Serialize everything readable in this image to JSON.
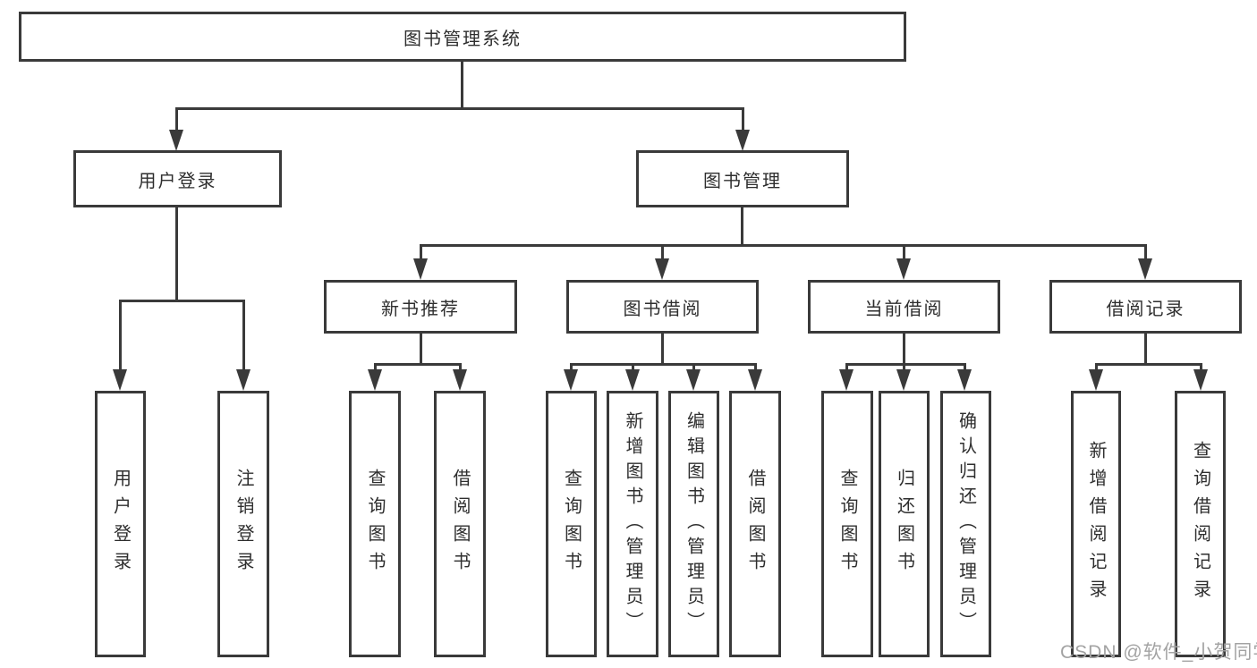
{
  "diagram": {
    "line_color": "#3a3a3a",
    "text_color": "#2e2e2e",
    "root": {
      "label": "图书管理系统",
      "children": [
        {
          "label": "用户登录",
          "children": [
            {
              "label": "用户登录"
            },
            {
              "label": "注销登录"
            }
          ]
        },
        {
          "label": "图书管理",
          "children": [
            {
              "label": "新书推荐",
              "children": [
                {
                  "label": "查询图书"
                },
                {
                  "label": "借阅图书"
                }
              ]
            },
            {
              "label": "图书借阅",
              "children": [
                {
                  "label": "查询图书"
                },
                {
                  "label": "新增图书（管理员）"
                },
                {
                  "label": "编辑图书（管理员）"
                },
                {
                  "label": "借阅图书"
                }
              ]
            },
            {
              "label": "当前借阅",
              "children": [
                {
                  "label": "查询图书"
                },
                {
                  "label": "归还图书"
                },
                {
                  "label": "确认归还（管理员）"
                }
              ]
            },
            {
              "label": "借阅记录",
              "children": [
                {
                  "label": "新增借阅记录"
                },
                {
                  "label": "查询借阅记录"
                }
              ]
            }
          ]
        }
      ]
    }
  },
  "watermark": {
    "text": "CSDN @软件_小贺同学",
    "color": "#a3a3a3"
  }
}
